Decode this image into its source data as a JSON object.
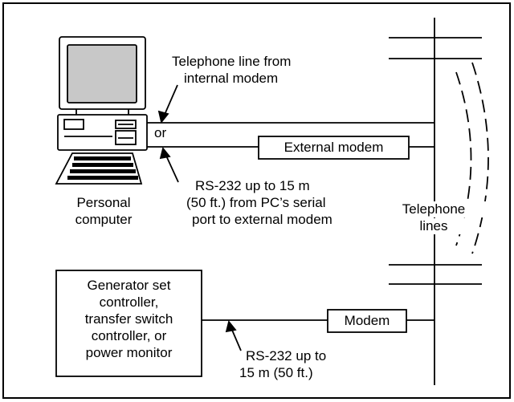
{
  "labels": {
    "phone_line_1": "Telephone line from",
    "phone_line_2": "internal modem",
    "or": "or",
    "external_modem": "External modem",
    "rs232_1": "RS-232 up to 15 m",
    "rs232_2": "(50 ft.) from PC’s serial",
    "rs232_3": "port to external modem",
    "pc_1": "Personal",
    "pc_2": "computer",
    "tel_1": "Telephone",
    "tel_2": "lines",
    "gen_1": "Generator set",
    "gen_2": "controller,",
    "gen_3": "transfer switch",
    "gen_4": "controller, or",
    "gen_5": "power monitor",
    "modem": "Modem",
    "rs232_bottom_1": "RS-232 up to",
    "rs232_bottom_2": "15 m (50 ft.)"
  },
  "icons": [
    "personal-computer-icon",
    "arrow-icon",
    "wireless-arcs-icon"
  ]
}
